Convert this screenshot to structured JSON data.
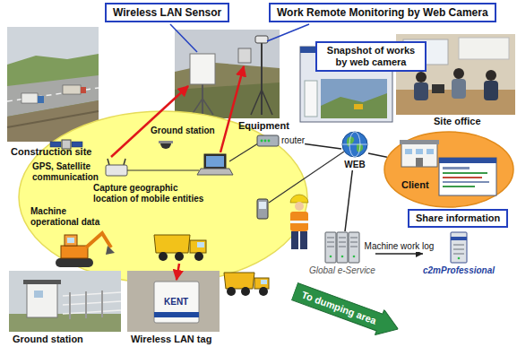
{
  "diagram": {
    "nodes": [
      {
        "text": [
          "Wireless LAN Sensor"
        ]
      },
      {
        "text": [
          "Work Remote Monitoring by Web Camera"
        ]
      },
      {
        "text": [
          "Snapshot of works by web camera"
        ]
      },
      {
        "text": [
          "Ground station",
          "GPS, Satellite communication",
          "Capture geographic location of mobile entities",
          "Machine operational data"
        ]
      },
      {
        "text": [
          "router"
        ]
      },
      {
        "text": [
          "WEB"
        ]
      },
      {
        "text": [
          "Client"
        ]
      },
      {
        "text": [
          "Share information"
        ]
      },
      {
        "text": [
          "Global e-Service"
        ]
      },
      {
        "text": [
          "c2mProfessional"
        ]
      },
      {
        "text": [
          "To dumping area"
        ]
      }
    ],
    "edges": [
      {
        "from": 4,
        "to": 5,
        "arrow": "none"
      },
      {
        "from": 5,
        "to": 6,
        "arrow": "none"
      },
      {
        "from": 5,
        "to": 8,
        "arrow": "none"
      },
      {
        "from": 8,
        "to": 9,
        "label": "Machine work log",
        "arrow": "to"
      }
    ],
    "labels": [
      "Construction site",
      "Equipment",
      "Site office",
      "Ground station",
      "Wireless LAN tag",
      "KENT"
    ]
  }
}
